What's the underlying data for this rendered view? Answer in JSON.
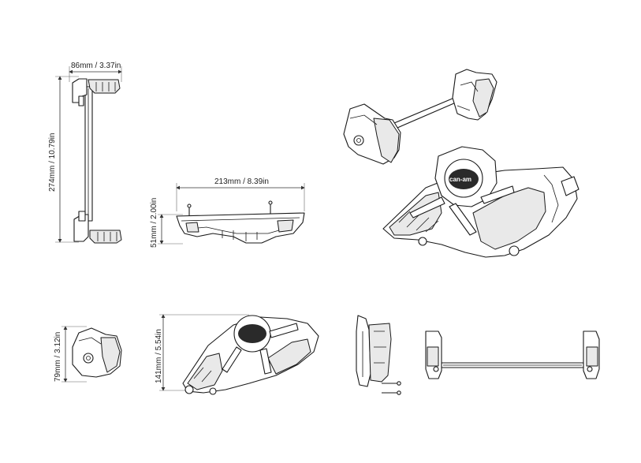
{
  "dimensions": {
    "top_width": "86mm / 3.37in",
    "total_height": "274mm / 10.79in",
    "plate_width": "213mm / 8.39in",
    "plate_height": "51mm / 2.00in",
    "mount_height": "79mm / 3.12in",
    "guard_height": "141mm / 5.54in"
  },
  "logo": {
    "text": "can-am"
  }
}
